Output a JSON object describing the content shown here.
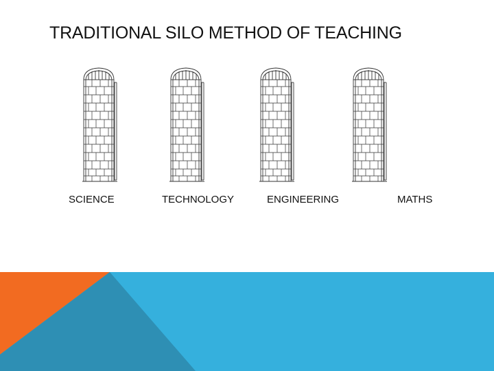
{
  "title": "TRADITIONAL SILO METHOD OF TEACHING",
  "silos": [
    {
      "label": "SCIENCE"
    },
    {
      "label": "TECHNOLOGY"
    },
    {
      "label": "ENGINEERING"
    },
    {
      "label": "MATHS"
    }
  ],
  "colors": {
    "orange": "#F26B21",
    "blue": "#35B0DD",
    "dark_blue": "#2E8FB4",
    "text": "#111111"
  },
  "icons": [
    "silo-icon"
  ]
}
